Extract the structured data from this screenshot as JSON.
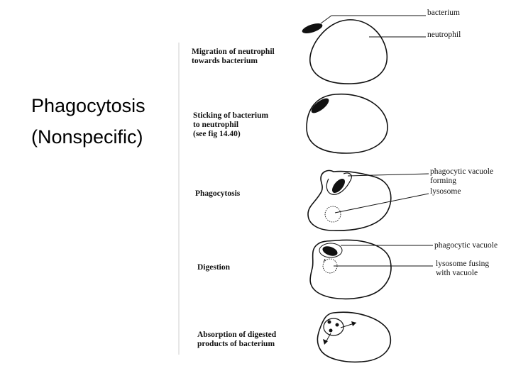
{
  "slide": {
    "title_line1": "Phagocytosis",
    "title_line2": "(Nonspecific)"
  },
  "steps": [
    {
      "label": "Migration of neutrophil\ntowards bacterium"
    },
    {
      "label": "Sticking of bacterium\nto neutrophil\n(see fig 14.40)"
    },
    {
      "label": "Phagocytosis"
    },
    {
      "label": "Digestion"
    },
    {
      "label": "Absorption of digested\nproducts of bacterium"
    }
  ],
  "callouts": {
    "bacterium": "bacterium",
    "neutrophil": "neutrophil",
    "vacuole_forming": "phagocytic vacuole\nforming",
    "lysosome": "lysosome",
    "vacuole": "phagocytic vacuole",
    "lysosome_fusing": "lysosome fusing\nwith vacuole"
  }
}
